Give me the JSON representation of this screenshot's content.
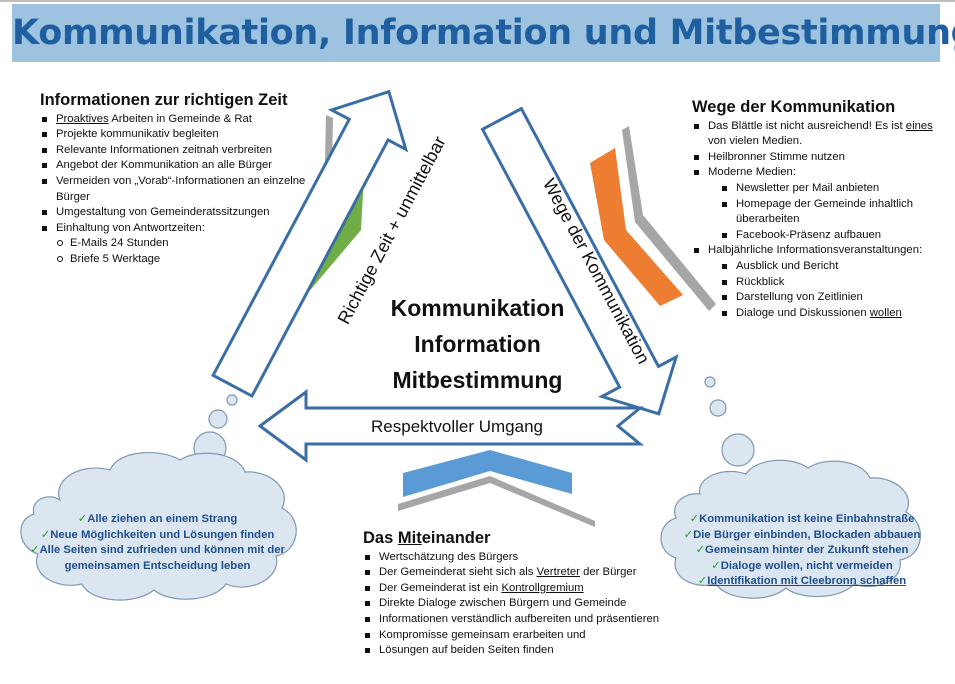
{
  "title": "Kommunikation, Information und Mitbestimmung",
  "center": [
    "Kommunikation",
    "Information",
    "Mitbestimmung"
  ],
  "arrows": {
    "left": "Richtige Zeit + unmittelbar",
    "right": "Wege der Kommunikation",
    "bottom": "Respektvoller Umgang"
  },
  "colors": {
    "title_bar": "#9dc3e0",
    "title_text": "#1f5fa0",
    "arrow_stroke": "#3a6ea5",
    "chevron_green": "#70ad47",
    "chevron_orange": "#ed7d31",
    "chevron_blue": "#5b9bd5",
    "chevron_gray": "#a6a6a6",
    "cloud_fill": "#dce6f1",
    "check": "#2f9e2f"
  },
  "left_block": {
    "heading": "Informationen zur richtigen Zeit",
    "item_1_underlined": "Proaktives",
    "item_1_rest": " Arbeiten in Gemeinde & Rat",
    "items": [
      "Projekte kommunikativ begleiten",
      "Relevante Informationen zeitnah verbreiten",
      "Angebot der Kommunikation an alle Bürger",
      "Vermeiden von „Vorab“-Informationen an einzelne Bürger",
      "Umgestaltung von Gemeinderatssitzungen",
      "Einhaltung von Antwortzeiten:"
    ],
    "sub_items": [
      "E-Mails 24 Stunden",
      "Briefe 5 Werktage"
    ]
  },
  "right_block": {
    "heading": "Wege der Kommunikation",
    "item_1_pre": "Das Blättle ist nicht ausreichend! Es ist ",
    "item_1_underlined": "eines",
    "item_1_post": " von vielen Medien.",
    "item_2": "Heilbronner Stimme nutzen",
    "item_3": "Moderne Medien:",
    "item_3_sub": [
      "Newsletter per Mail anbieten",
      "Homepage der Gemeinde inhaltlich überarbeiten",
      "Facebook-Präsenz aufbauen"
    ],
    "item_4": "Halbjährliche Informationsveranstaltungen:",
    "item_4_sub": [
      "Ausblick und Bericht",
      "Rückblick",
      "Darstellung von Zeitlinien"
    ],
    "item_4_last_pre": "Dialoge und Diskussionen ",
    "item_4_last_underlined": "wollen"
  },
  "bottom_block": {
    "heading_pre": "Das ",
    "heading_underlined": "Mit",
    "heading_post": "einander",
    "item_1": "Wertschätzung des Bürgers",
    "item_2_pre": "Der Gemeinderat sieht sich als ",
    "item_2_underlined": "Vertreter",
    "item_2_post": " der Bürger",
    "item_3_pre": "Der Gemeinderat ist ein ",
    "item_3_underlined": "Kontrollgremium",
    "items_rest": [
      "Direkte Dialoge zwischen Bürgern und Gemeinde",
      "Informationen verständlich aufbereiten und präsentieren",
      "Kompromisse gemeinsam erarbeiten und",
      "Lösungen auf beiden Seiten finden"
    ]
  },
  "left_cloud": [
    "Alle ziehen an einem Strang",
    "Neue Möglichkeiten und Lösungen finden",
    "Alle Seiten sind zufrieden und können mit der",
    "gemeinsamen Entscheidung leben"
  ],
  "right_cloud": [
    "Kommunikation ist keine Einbahnstraße",
    "Die Bürger einbinden, Blockaden abbauen",
    "Gemeinsam hinter der Zukunft stehen",
    "Dialoge wollen, nicht vermeiden",
    "Identifikation mit Cleebronn schaffen"
  ],
  "check_glyph": "✓"
}
